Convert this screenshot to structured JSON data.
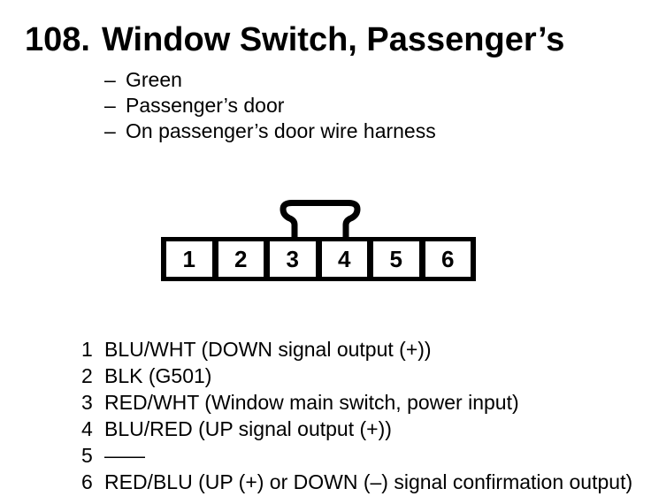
{
  "page": {
    "background_color": "#ffffff",
    "text_color": "#000000"
  },
  "title": {
    "number": "108.",
    "text": "Window Switch, Passenger’s"
  },
  "bullet_char": "–",
  "details": [
    "Green",
    "Passenger’s door",
    "On passenger’s door wire harness"
  ],
  "connector": {
    "pins": [
      "1",
      "2",
      "3",
      "4",
      "5",
      "6"
    ]
  },
  "legend": {
    "rows": [
      {
        "pin": "1",
        "desc": "BLU/WHT (DOWN signal output (+))"
      },
      {
        "pin": "2",
        "desc": "BLK (G501)"
      },
      {
        "pin": "3",
        "desc": "RED/WHT (Window main switch, power input)"
      },
      {
        "pin": "4",
        "desc": "BLU/RED (UP signal output (+))"
      },
      {
        "pin": "5",
        "desc": "——"
      },
      {
        "pin": "6",
        "desc": "RED/BLU (UP (+) or DOWN (–) signal confirmation output)"
      }
    ]
  }
}
